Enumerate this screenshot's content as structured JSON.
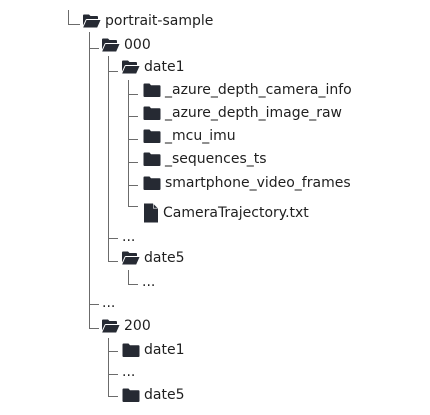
{
  "tree": {
    "root": "portrait-sample",
    "n000": "000",
    "n000_date1": "date1",
    "n000_date1_children": [
      "_azure_depth_camera_info",
      "_azure_depth_image_raw",
      "_mcu_imu",
      "_sequences_ts",
      "smartphone_video_frames"
    ],
    "n000_date1_file": "CameraTrajectory.txt",
    "ellipsis_000_dates": "...",
    "n000_date5": "date5",
    "n000_date5_ellipsis": "...",
    "ellipsis_root": "...",
    "n200": "200",
    "n200_date1": "date1",
    "n200_ellipsis": "...",
    "n200_date5": "date5"
  },
  "colors": {
    "line": "#6b6b6b",
    "folder": "#262a33",
    "text": "#1f1f1f"
  },
  "icons": {
    "open_folder": "folder-open-icon",
    "closed_folder": "folder-icon",
    "file": "file-icon"
  }
}
